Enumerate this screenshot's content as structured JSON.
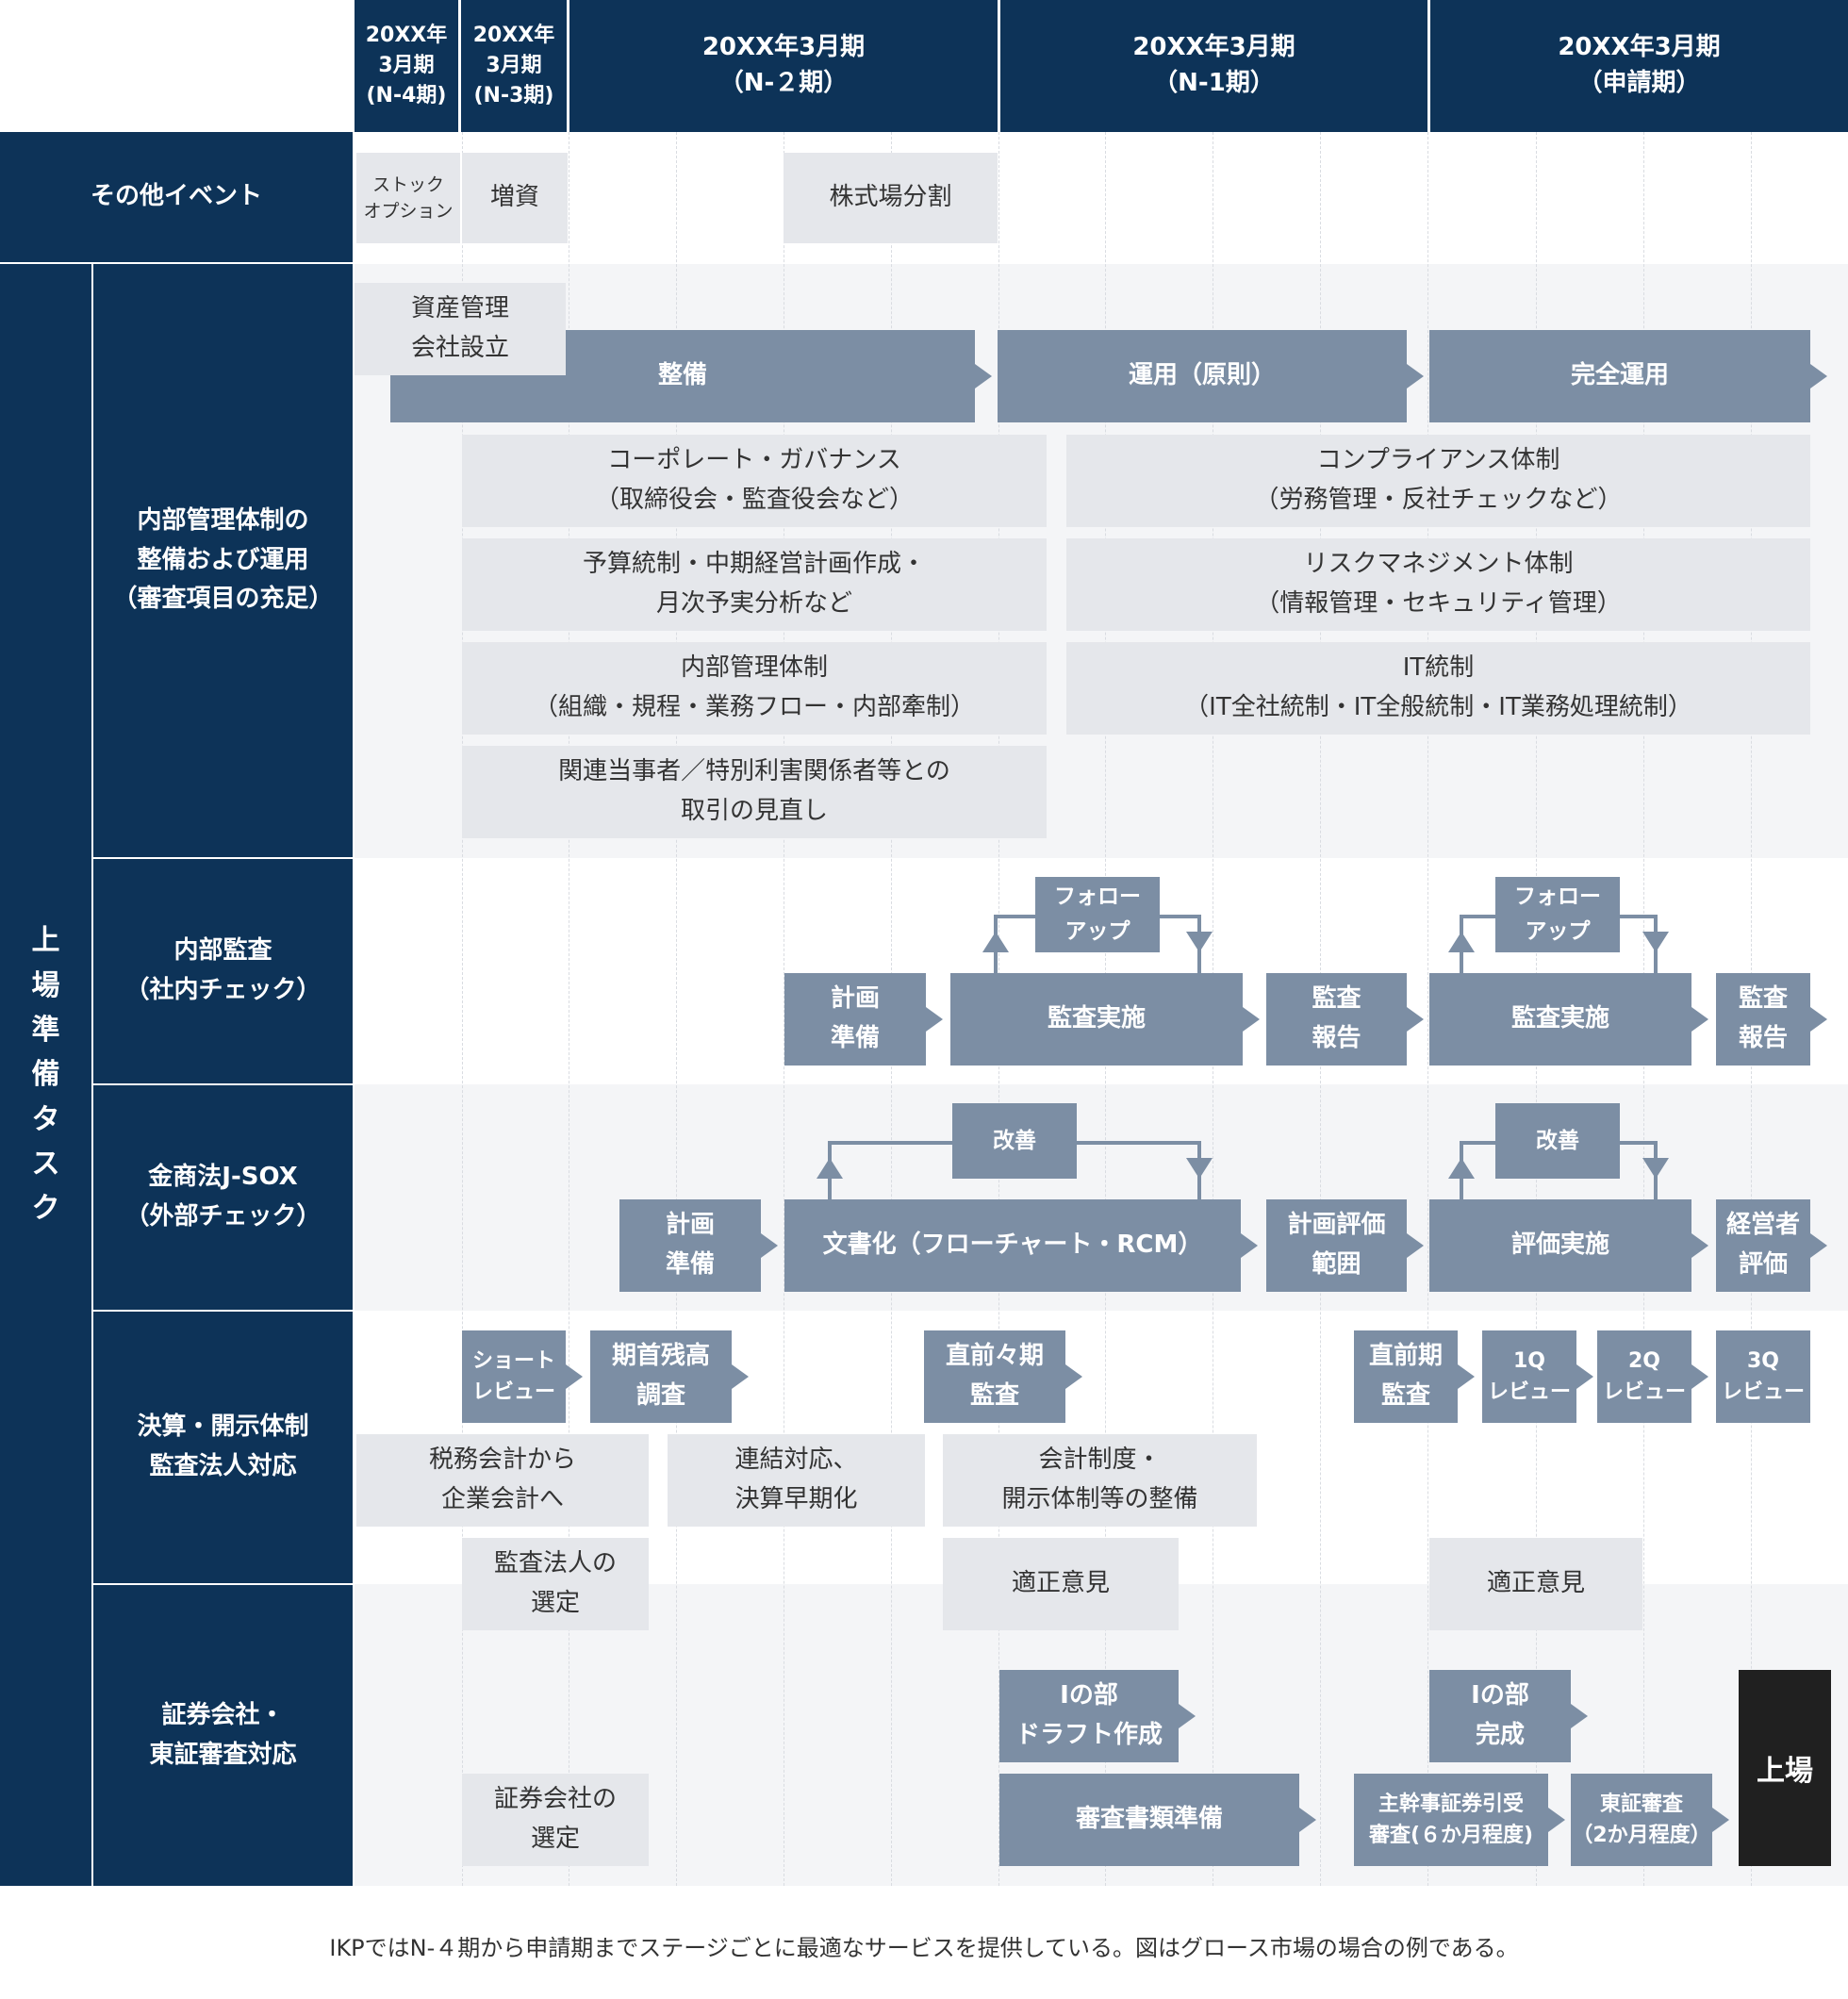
{
  "periods": [
    {
      "label": "20XX年\n3月期\n(N-4期)"
    },
    {
      "label": "20XX年\n3月期\n(N-3期)"
    },
    {
      "label": "20XX年3月期\n（N-２期）"
    },
    {
      "label": "20XX年3月期\n（N-1期）"
    },
    {
      "label": "20XX年3月期\n（申請期）"
    }
  ],
  "rows": {
    "other_events": "その他イベント",
    "vertical_group": [
      "上",
      "場",
      "準",
      "備",
      "タ",
      "ス",
      "ク"
    ],
    "internal_mgmt": "内部管理体制の\n整備および運用\n（審査項目の充足）",
    "internal_audit": "内部監査\n（社内チェック）",
    "jsox": "金商法J-SOX\n（外部チェック）",
    "closing": "決算・開示体制\n監査法人対応",
    "securities": "証券会社・\n東証審査対応"
  },
  "events": {
    "stock_option": "ストック\nオプション",
    "capital_increase": "増資",
    "stock_split": "株式場分割"
  },
  "internal_mgmt": {
    "asset_company": "資産管理\n会社設立",
    "phase_build": "整備",
    "phase_operate": "運用（原則）",
    "phase_full": "完全運用",
    "governance": "コーポレート・ガバナンス\n（取締役会・監査役会など）",
    "budget": "予算統制・中期経営計画作成・\n月次予実分析など",
    "internal_control": "内部管理体制\n（組織・規程・業務フロー・内部牽制）",
    "related_party": "関連当事者／特別利害関係者等との\n取引の見直し",
    "compliance": "コンプライアンス体制\n（労務管理・反社チェックなど）",
    "risk": "リスクマネジメント体制\n（情報管理・セキュリティ管理）",
    "it_control": "IT統制\n（IT全社統制・IT全般統制・IT業務処理統制）"
  },
  "internal_audit": {
    "plan": "計画\n準備",
    "audit1": "監査実施",
    "report1": "監査\n報告",
    "followup1": "フォロー\nアップ",
    "audit2": "監査実施",
    "report2": "監査\n報告",
    "followup2": "フォロー\nアップ"
  },
  "jsox": {
    "plan": "計画\n準備",
    "documentation": "文書化（フローチャート・RCM）",
    "improve1": "改善",
    "scope": "計画評価\n範囲",
    "evaluation": "評価実施",
    "improve2": "改善",
    "mgmt_eval": "経営者\n評価"
  },
  "closing": {
    "short_review": "ショート\nレビュー",
    "opening_balance": "期首残高\n調査",
    "pre_prev_audit": "直前々期\n監査",
    "prev_audit": "直前期\n監査",
    "q1": "1Q\nレビュー",
    "q2": "2Q\nレビュー",
    "q3": "3Q\nレビュー",
    "tax_to_corp": "税務会計から\n企業会計へ",
    "consolidation": "連結対応、\n決算早期化",
    "accounting_system": "会計制度・\n開示体制等の整備",
    "select_auditor": "監査法人の\n選定",
    "opinion1": "適正意見",
    "opinion2": "適正意見"
  },
  "securities": {
    "part1_draft": "Ⅰの部\nドラフト作成",
    "part1_done": "Ⅰの部\n完成",
    "review_docs": "審査書類準備",
    "lead_review": "主幹事証券引受\n審査(６か月程度)",
    "tse_review": "東証審査\n（2か月程度）",
    "select_securities": "証券会社の\n選定",
    "listing": "上場"
  },
  "footnote": "IKPではN-４期から申請期までステージごとに最適なサービスを提供している。図はグロース市場の場合の例である。"
}
